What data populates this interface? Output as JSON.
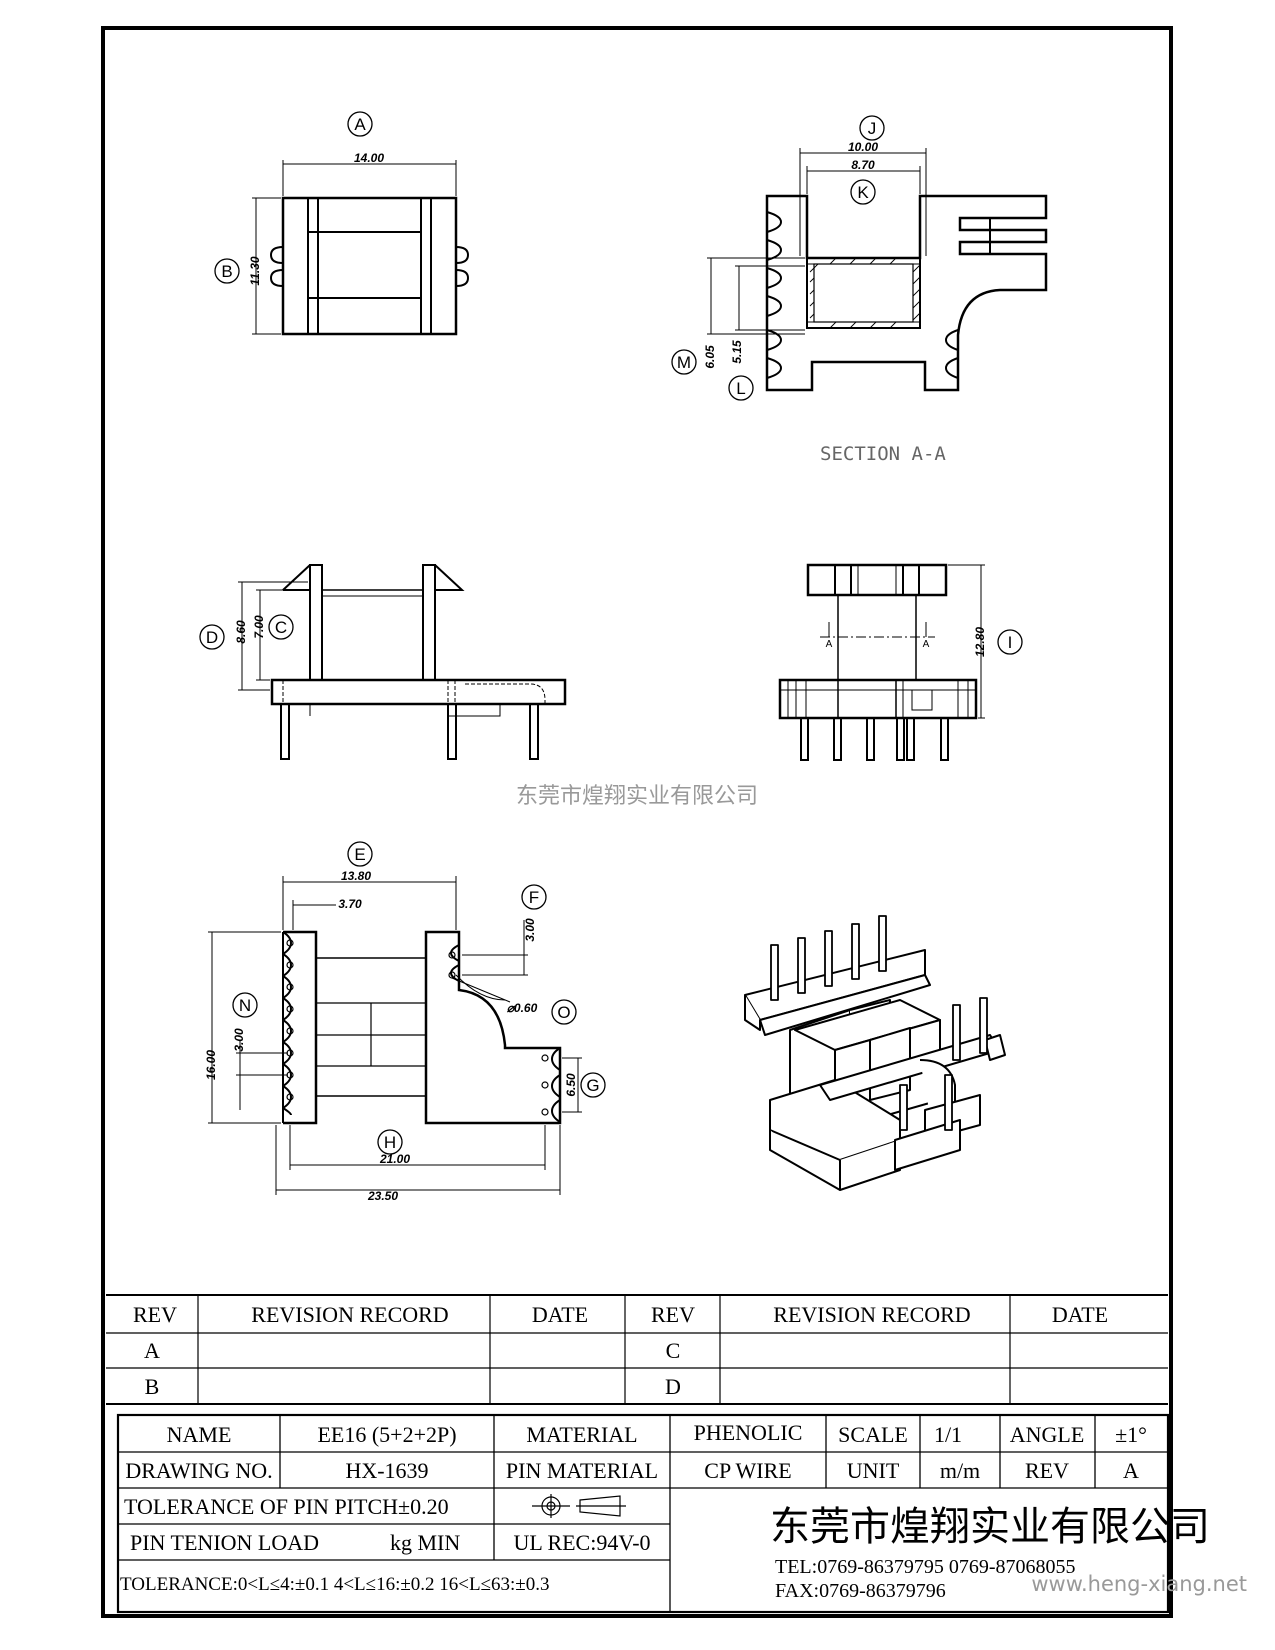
{
  "drawing": {
    "views": {
      "top": {
        "label_a": "A",
        "dim_a": "14.00",
        "label_b": "B",
        "dim_b": "11.30"
      },
      "section": {
        "label_j": "J",
        "dim_j": "10.00",
        "label_k": "K",
        "dim_k": "8.70",
        "label_m": "M",
        "dim_m": "6.05",
        "dim_l": "5.15",
        "label_l": "L",
        "title": "SECTION A-A"
      },
      "front": {
        "label_d": "D",
        "dim_d": "8.60",
        "dim_c": "7.00",
        "label_c": "C"
      },
      "side": {
        "cut_left": "A",
        "cut_right": "A",
        "dim_i": "12.80",
        "label_i": "I"
      },
      "bottom": {
        "label_e": "E",
        "dim_e": "13.80",
        "dim_pitch_top": "3.70",
        "label_f": "F",
        "dim_f": "3.00",
        "dim_o": "⌀0.60",
        "label_o": "O",
        "label_n": "N",
        "dim_n": "3.00",
        "dim_16": "16.00",
        "dim_g": "6.50",
        "label_g": "G",
        "label_h": "H",
        "dim_h": "21.00",
        "dim_total": "23.50"
      }
    },
    "watermark_center": "东莞市煌翔实业有限公司",
    "watermark_corner": "www.heng-xiang.net"
  },
  "revision_table": {
    "headers": [
      "REV",
      "REVISION RECORD",
      "DATE",
      "REV",
      "REVISION RECORD",
      "DATE"
    ],
    "rows": [
      [
        "A",
        "",
        "",
        "C",
        "",
        ""
      ],
      [
        "B",
        "",
        "",
        "D",
        "",
        ""
      ]
    ]
  },
  "title_block": {
    "name_label": "NAME",
    "name_value": "EE16 (5+2+2P)",
    "material_label": "MATERIAL",
    "material_value": "PHENOLIC",
    "scale_label": "SCALE",
    "scale_value": "1/1",
    "angle_label": "ANGLE",
    "angle_value": "±1°",
    "drawing_no_label": "DRAWING NO.",
    "drawing_no_value": "HX-1639",
    "pin_material_label": "PIN MATERIAL",
    "pin_material_value": "CP WIRE",
    "unit_label": "UNIT",
    "unit_value": "m/m",
    "rev_label": "REV",
    "rev_value": "A",
    "tolerance_pitch": "TOLERANCE OF PIN PITCH±0.20",
    "pin_tension_label": "PIN TENION LOAD",
    "pin_tension_unit": "kg MIN",
    "ul_rec": "UL REC:94V-0",
    "general_tolerance": "TOLERANCE:0<L≤4:±0.1  4<L≤16:±0.2  16<L≤63:±0.3",
    "company": "东莞市煌翔实业有限公司",
    "tel": "TEL:0769-86379795   0769-87068055",
    "fax": "FAX:0769-86379796"
  }
}
